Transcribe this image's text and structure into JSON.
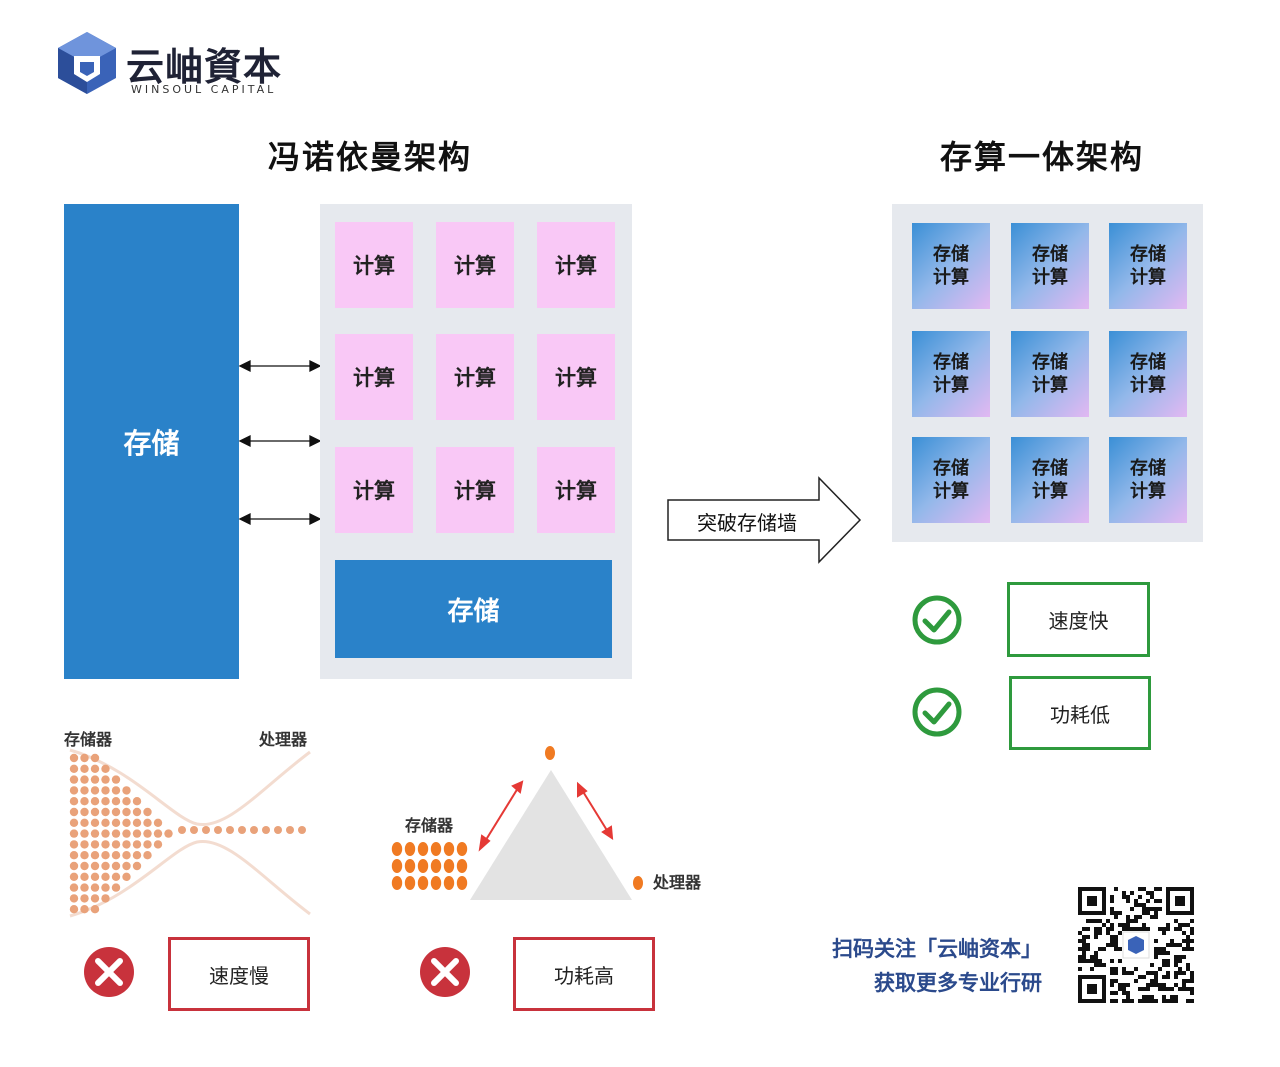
{
  "brand": {
    "name_cn": "云岫資本",
    "name_en": "WINSOUL CAPITAL",
    "logo_color": "#3a63b8"
  },
  "von_neumann": {
    "title": "冯诺依曼架构",
    "storage_label": "存储",
    "compute_label": "计算",
    "compute_grid": [
      [
        "计算",
        "计算",
        "计算"
      ],
      [
        "计算",
        "计算",
        "计算"
      ],
      [
        "计算",
        "计算",
        "计算"
      ]
    ],
    "bottom_storage_label": "存储",
    "storage_color": "#2a82c9",
    "compute_color": "#f9c8f6"
  },
  "breakthrough": {
    "label": "突破存储墙"
  },
  "cim": {
    "title": "存算一体架构",
    "cells": [
      {
        "top": "存储",
        "bottom": "计算"
      },
      {
        "top": "存储",
        "bottom": "计算"
      },
      {
        "top": "存储",
        "bottom": "计算"
      },
      {
        "top": "存储",
        "bottom": "计算"
      },
      {
        "top": "存储",
        "bottom": "计算"
      },
      {
        "top": "存储",
        "bottom": "计算"
      },
      {
        "top": "存储",
        "bottom": "计算"
      },
      {
        "top": "存储",
        "bottom": "计算"
      },
      {
        "top": "存储",
        "bottom": "计算"
      }
    ],
    "benefits": [
      "速度快",
      "功耗低"
    ],
    "benefit_color": "#2e9a3d"
  },
  "diagrams": {
    "bottleneck": {
      "memory_label": "存储器",
      "processor_label": "处理器",
      "drawback": "速度慢"
    },
    "triangle": {
      "memory_label": "存储器",
      "processor_label": "处理器",
      "drawback": "功耗高"
    },
    "dot_color": "#f07a22",
    "drawback_color": "#c8323c"
  },
  "cta": {
    "line1": "扫码关注「云岫资本」",
    "line2": "获取更多专业行研"
  }
}
